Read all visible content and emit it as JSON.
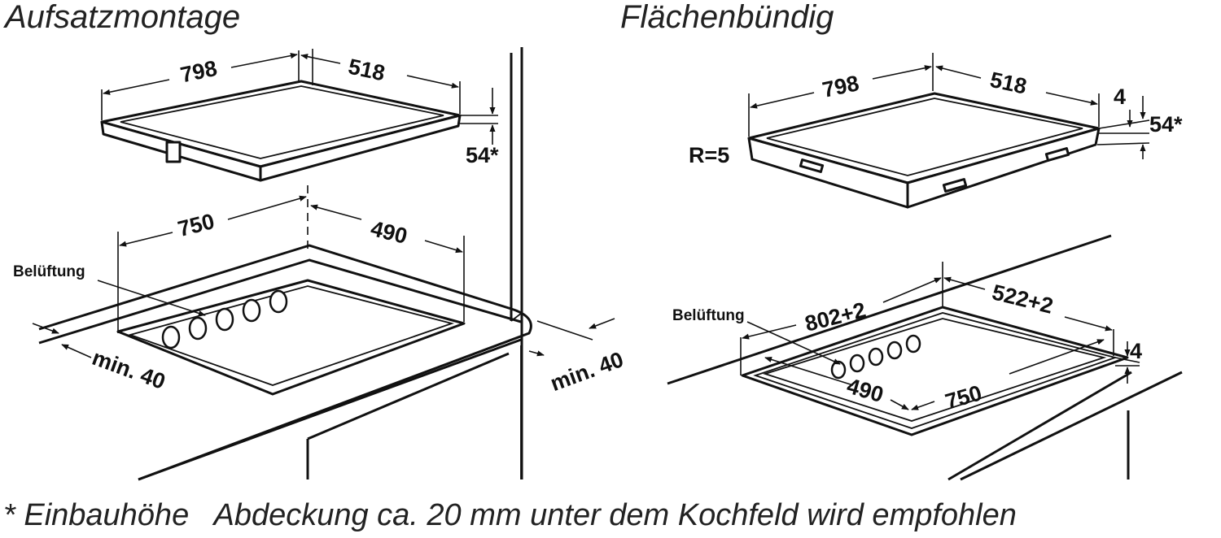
{
  "headings": {
    "surface_mount": "Aufsatzmontage",
    "flush_mount": "Flächenbündig"
  },
  "surface_mount": {
    "cooktop_width": "798",
    "cooktop_depth": "518",
    "installation_height": "54*",
    "cutout_width": "750",
    "cutout_depth": "490",
    "ventilation_label": "Belüftung",
    "min_front": "min. 40",
    "min_side": "min. 40"
  },
  "flush_mount": {
    "cooktop_width": "798",
    "cooktop_depth": "518",
    "rim_height": "4",
    "installation_height": "54*",
    "corner_radius": "R=5",
    "recess_width": "802+2",
    "recess_depth": "522+2",
    "recess_height": "4",
    "ventilation_label": "Belüftung",
    "cutout_depth": "490",
    "cutout_width": "750"
  },
  "footer": {
    "note": "* Einbauhöhe   Abdeckung ca. 20 mm unter dem Kochfeld wird empfohlen"
  }
}
